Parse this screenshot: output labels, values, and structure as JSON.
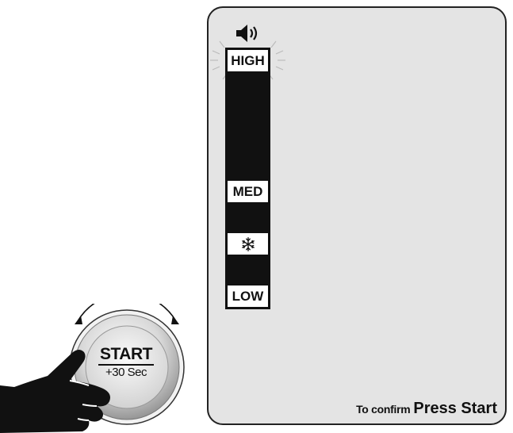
{
  "panel": {
    "scale_labels": {
      "high": "HIGH",
      "med": "MED",
      "low": "LOW"
    },
    "speaker_icon": "speaker-icon",
    "snowflake_icon": "snowflake-icon",
    "confirm_small": "To confirm",
    "confirm_large": "Press Start"
  },
  "knob": {
    "start_label": "START",
    "start_sub": "+30 Sec"
  }
}
